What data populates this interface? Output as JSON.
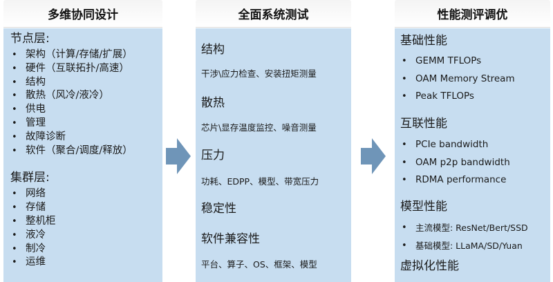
{
  "columns": [
    {
      "title": "多维协同设计",
      "sections": [
        {
          "title": "节点层:",
          "items": [
            "架构（计算/存储/扩展）",
            "硬件（互联拓扑/高速）",
            "结构",
            "散热（风冷/液冷）",
            "供电",
            "管理",
            "故障诊断",
            "软件（聚合/调度/释放）"
          ]
        },
        {
          "title": "集群层:",
          "items": [
            "网络",
            "存储",
            "整机柜",
            "液冷",
            "制冷",
            "运维"
          ]
        }
      ]
    },
    {
      "title": "全面系统测试",
      "items": [
        {
          "title": "结构",
          "detail": "干涉\\应力检查、安装扭矩测量"
        },
        {
          "title": "散热",
          "detail": "芯片\\显存温度监控、噪音测量"
        },
        {
          "title": "压力",
          "detail": "功耗、EDPP、模型、带宽压力"
        },
        {
          "title": "稳定性",
          "detail": ""
        },
        {
          "title": "软件兼容性",
          "detail": "平台、算子、OS、框架、模型"
        }
      ]
    },
    {
      "title": "性能测评调优",
      "groups": [
        {
          "title": "基础性能",
          "items": [
            "GEMM TFLOPs",
            "OAM Memory Stream",
            "Peak TFLOPs"
          ]
        },
        {
          "title": "互联性能",
          "items": [
            "PCIe bandwidth",
            "OAM p2p bandwidth",
            "RDMA performance"
          ]
        },
        {
          "title": "模型性能",
          "items": [
            "主流模型: ResNet/Bert/SSD",
            "基础模型: LLaMA/SD/Yuan"
          ]
        },
        {
          "title": "虚拟化性能",
          "items": []
        }
      ]
    }
  ],
  "arrows": [
    "arrow-right-icon",
    "arrow-right-icon"
  ],
  "colors": {
    "panel": "#c7ddf0",
    "arrow": "#6f95b8",
    "header_bg": "#f4f4f4"
  }
}
